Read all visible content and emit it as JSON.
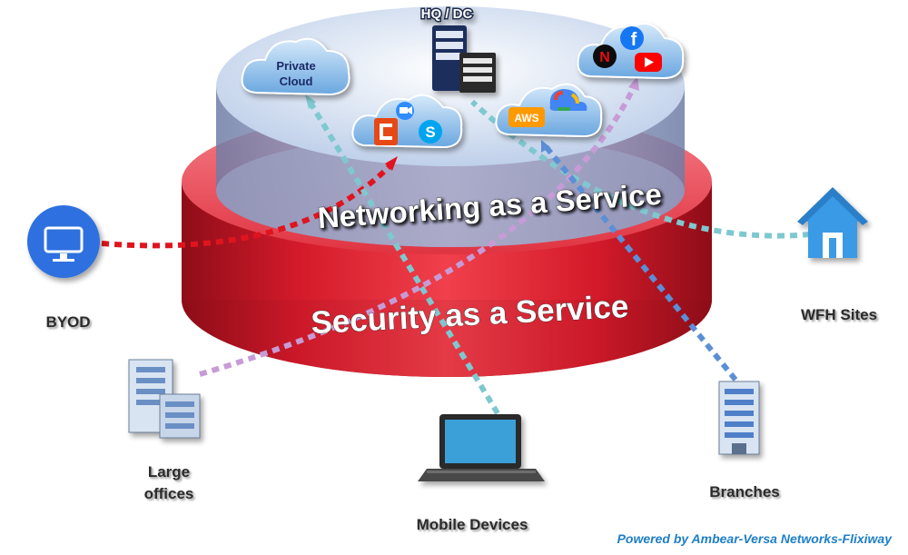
{
  "hq_label": "HQ / DC",
  "private_cloud": {
    "line1": "Private",
    "line2": "Cloud"
  },
  "aws_label": "AWS",
  "netflix_letter": "N",
  "facebook_letter": "f",
  "skype_letter": "S",
  "band_top": "Networking as a Service",
  "band_bottom": "Security as a Service",
  "endpoints": {
    "byod": "BYOD",
    "wfh": "WFH Sites",
    "large_offices": {
      "line1": "Large",
      "line2": "offices"
    },
    "mobile": "Mobile Devices",
    "branches": "Branches"
  },
  "footer": "Powered by Ambear-Versa Networks-Flixiway",
  "colors": {
    "ring_red": "#d8182a",
    "top_disc": "#c9d8ee",
    "cloud_blue": "#7fb3e3",
    "flow_red": "#e0141e",
    "flow_teal": "#7ec8cf",
    "flow_violet": "#c79bd6",
    "flow_blue": "#5b8fd6",
    "footer_blue": "#1e7fc6"
  },
  "icons": [
    "monitor-icon",
    "house-icon",
    "office-building-icon",
    "laptop-icon",
    "branch-building-icon",
    "server-rack-icon",
    "office365-icon",
    "zoom-icon",
    "skype-icon",
    "google-cloud-icon",
    "netflix-icon",
    "facebook-icon",
    "youtube-icon"
  ]
}
